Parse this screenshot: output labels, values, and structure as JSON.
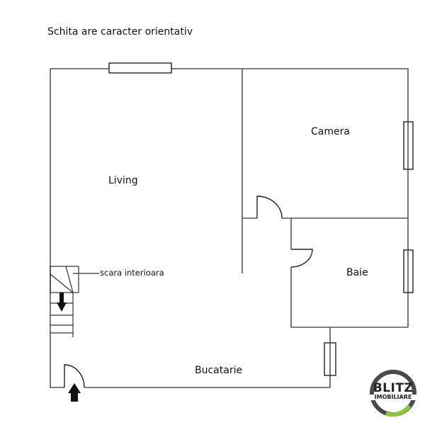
{
  "plan": {
    "note": "Schita are caracter orientativ",
    "rooms": {
      "living": "Living",
      "camera": "Camera",
      "baie": "Baie",
      "bucatarie": "Bucatarie"
    },
    "stairs_label": "scara interioara"
  },
  "logo": {
    "line1": "BLITZ",
    "line2": "IMOBILIARE",
    "ring_color": "#4a4a4a",
    "accent_color": "#8cc63f"
  },
  "colors": {
    "wall": "#555555",
    "window": "#111111",
    "text": "#111111"
  }
}
